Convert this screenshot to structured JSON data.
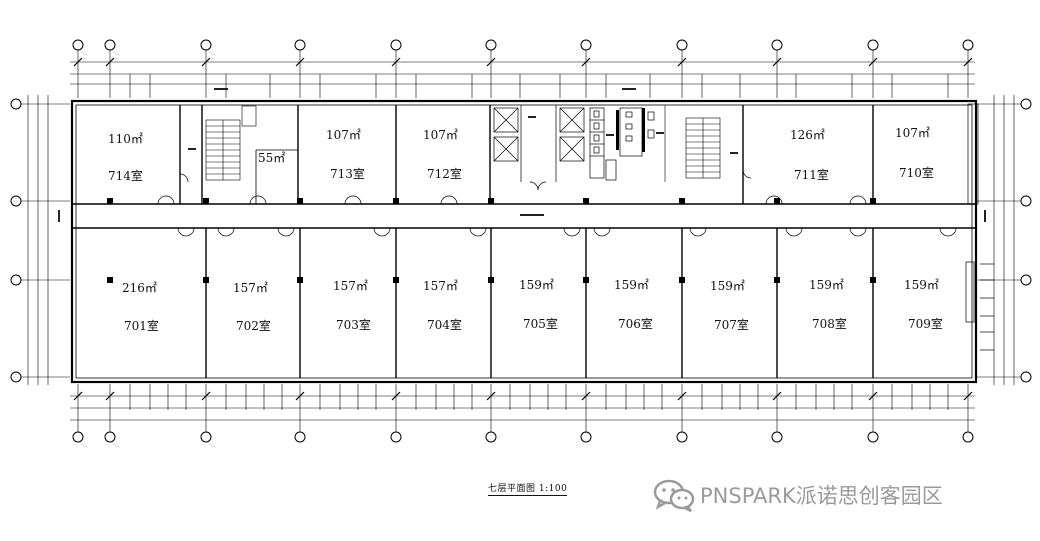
{
  "plan_title": "七层平面图 1:100",
  "watermark_text": "PNSPARK派诺思创客园区",
  "watermark_icon": "wechat-icon",
  "line_color": "#000000",
  "watermark_color": "#9a9a9a",
  "rooms": {
    "714": {
      "number": "714室",
      "area": "110㎡"
    },
    "s55": {
      "area": "55㎡"
    },
    "713": {
      "number": "713室",
      "area": "107㎡"
    },
    "712": {
      "number": "712室",
      "area": "107㎡"
    },
    "711": {
      "number": "711室",
      "area": "126㎡"
    },
    "710": {
      "number": "710室",
      "area": "107㎡"
    },
    "701": {
      "number": "701室",
      "area": "216㎡"
    },
    "702": {
      "number": "702室",
      "area": "157㎡"
    },
    "703": {
      "number": "703室",
      "area": "157㎡"
    },
    "704": {
      "number": "704室",
      "area": "157㎡"
    },
    "705": {
      "number": "705室",
      "area": "159㎡"
    },
    "706": {
      "number": "706室",
      "area": "159㎡"
    },
    "707": {
      "number": "707室",
      "area": "159㎡"
    },
    "708": {
      "number": "708室",
      "area": "159㎡"
    },
    "709": {
      "number": "709室",
      "area": "159㎡"
    }
  }
}
